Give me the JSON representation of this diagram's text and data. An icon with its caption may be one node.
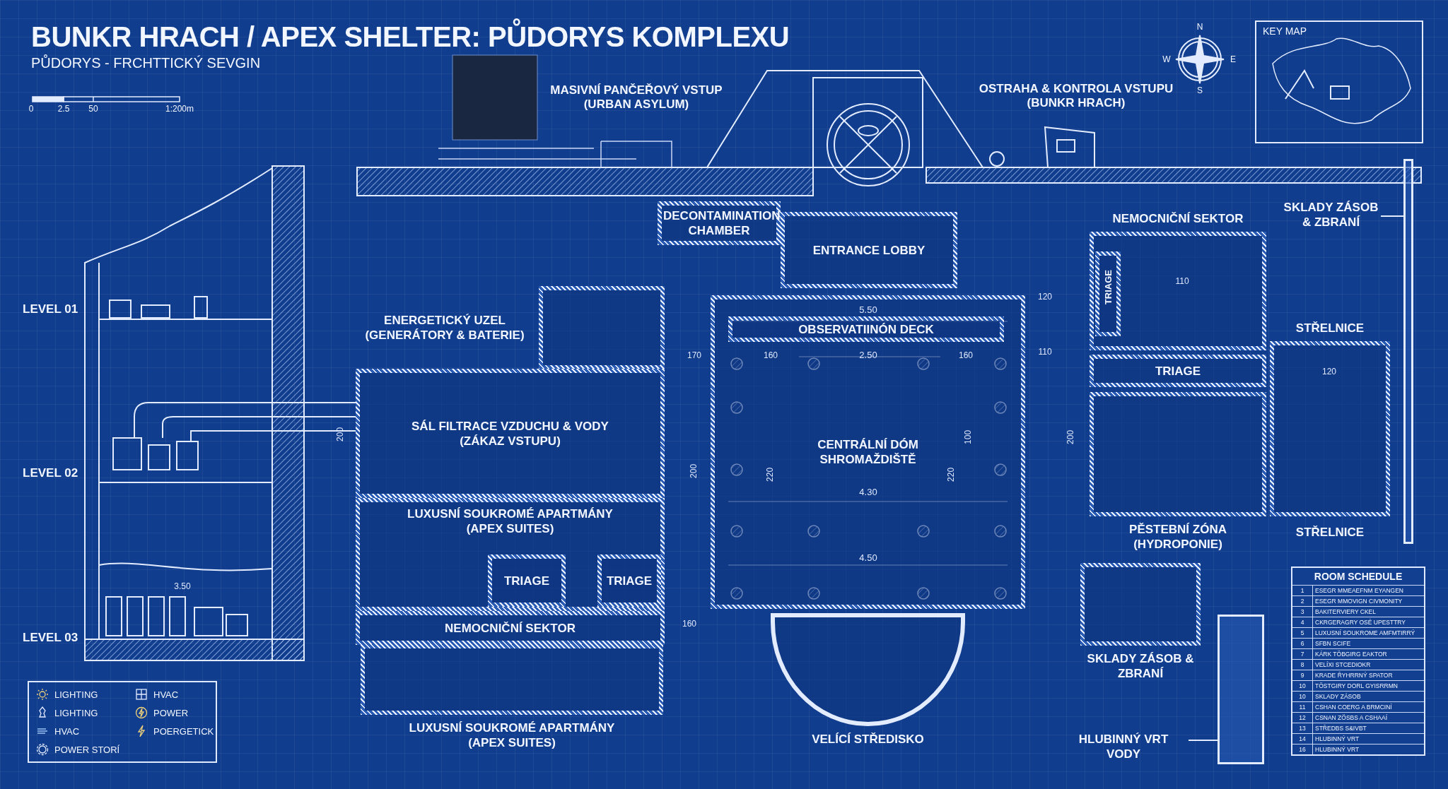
{
  "diagram": {
    "title": "BUNKR HRACH / APEX SHELTER: PŮDORYS KOMPLEXU",
    "nodes": [
      {
        "text": [
          "DECONTAMINATION CHAMBER"
        ]
      },
      {
        "text": [
          "ENTRANCE LOBBY"
        ]
      },
      {
        "text": [
          "ENERGETICKÝ UZEL (GENERÁTORY & BATERIE)"
        ]
      },
      {
        "text": [
          "SÁL FILTRACE VZDUCHU & VODY (ZÁKAZ VSTUPU)"
        ]
      },
      {
        "text": [
          "LUXUSNÍ SOUKROMÉ APARTMÁNY (APEX SUITES)"
        ]
      },
      {
        "text": [
          "TRIAGE"
        ],
        "in": 4
      },
      {
        "text": [
          "TRIAGE"
        ],
        "in": 4
      },
      {
        "text": [
          "NEMOCNIČNÍ SEKTOR"
        ]
      },
      {
        "text": [
          "LUXUSNÍ SOUKROMÉ APARTMÁNY (APEX SUITES)"
        ]
      },
      {
        "text": [
          "CENTRÁLNÍ DÓM SHROMAŽDIŠTĚ"
        ]
      },
      {
        "text": [
          "OBSERVATIINÓN DECK"
        ],
        "in": 9
      },
      {
        "text": [
          "VELÍCÍ STŘEDISKO"
        ]
      },
      {
        "text": [
          "NEMOCNIČNÍ SEKTOR"
        ]
      },
      {
        "text": [
          "TRIAGE"
        ],
        "in": 12
      },
      {
        "text": [
          "TRIAGE"
        ]
      },
      {
        "text": [
          "STŘELNICE"
        ]
      },
      {
        "text": [
          "PĚSTEBNÍ ZÓNA (HYDROPONIE)"
        ]
      },
      {
        "text": [
          "SKLADY ZÁSOB & ZBRANÍ"
        ]
      },
      {
        "text": [
          "SKLADY ZÁSOB & ZBRANÍ"
        ]
      },
      {
        "text": [],
        "shape": "bar"
      },
      {
        "text": [
          "HLUBINNÝ VRT VODY"
        ]
      },
      {
        "text": [],
        "shape": "bar"
      }
    ],
    "edges": [
      {
        "from": 18,
        "to": 19,
        "arrow": "none"
      },
      {
        "from": 20,
        "to": 21,
        "arrow": "none"
      }
    ],
    "labels": [
      "PŮDORYS - FRCHTTICKÝ SEVGIN",
      "0",
      "2.5",
      "50",
      "1:200m",
      "MASIVNÍ PANČEŘOVÝ VSTUP (URBAN ASYLUM)",
      "N",
      "KEY MAP",
      "W",
      "E",
      "OSTRAHA & KONTROLA VSTUPU (BUNKR HRACH)",
      "S",
      "LEVEL 01",
      "120",
      "110",
      "5.50",
      "170",
      "160",
      "2.50",
      "160",
      "110",
      "120",
      "200",
      "200",
      "100",
      "220",
      "220",
      "200",
      "LEVEL 02",
      "4.30",
      "STŘELNICE",
      "4.50",
      "3.50",
      "160",
      "LEVEL 03",
      "ROOM SCHEDULE",
      "1",
      "ESEGR MMEAEFNM EYANGEN",
      "2",
      "ESEGR MMOVIGN CIVMONITY",
      "3",
      "BAKITERVIERY CKEL",
      "4",
      "CKRGERAGRY OSÉ UPESTTRY",
      "5",
      "LUXUSNÍ SOUKROME AMFMTIRRÝ",
      "6",
      "SFBN SCIFE",
      "7",
      "KÁRK TÖBGIRG EAKTOR",
      "8",
      "VELÍXI STCEDIOKR",
      "9",
      "KRADE ŘYHRRNÝ SPATOR",
      "10",
      "TÖSTGIRY DORL GYISRRMN",
      "10",
      "SKLADY ZÁSOB",
      "11",
      "CSHAN COERG A BRMCINÍ",
      "12",
      "CSNAN ZÖSBS A CSHAAÍ",
      "13",
      "STŘEDBS S&IVBT",
      "14",
      "HLUBINNÝ VRT",
      "16",
      "HLUBINNÝ VRT"
    ],
    "legend": [
      {
        "text": "LIGHTING"
      },
      {
        "text": "HVAC"
      },
      {
        "text": "LIGHTING"
      },
      {
        "text": "POWER"
      },
      {
        "text": "HVAC"
      },
      {
        "text": "POERGETICK"
      },
      {
        "text": "POWER STORÍ"
      }
    ]
  }
}
